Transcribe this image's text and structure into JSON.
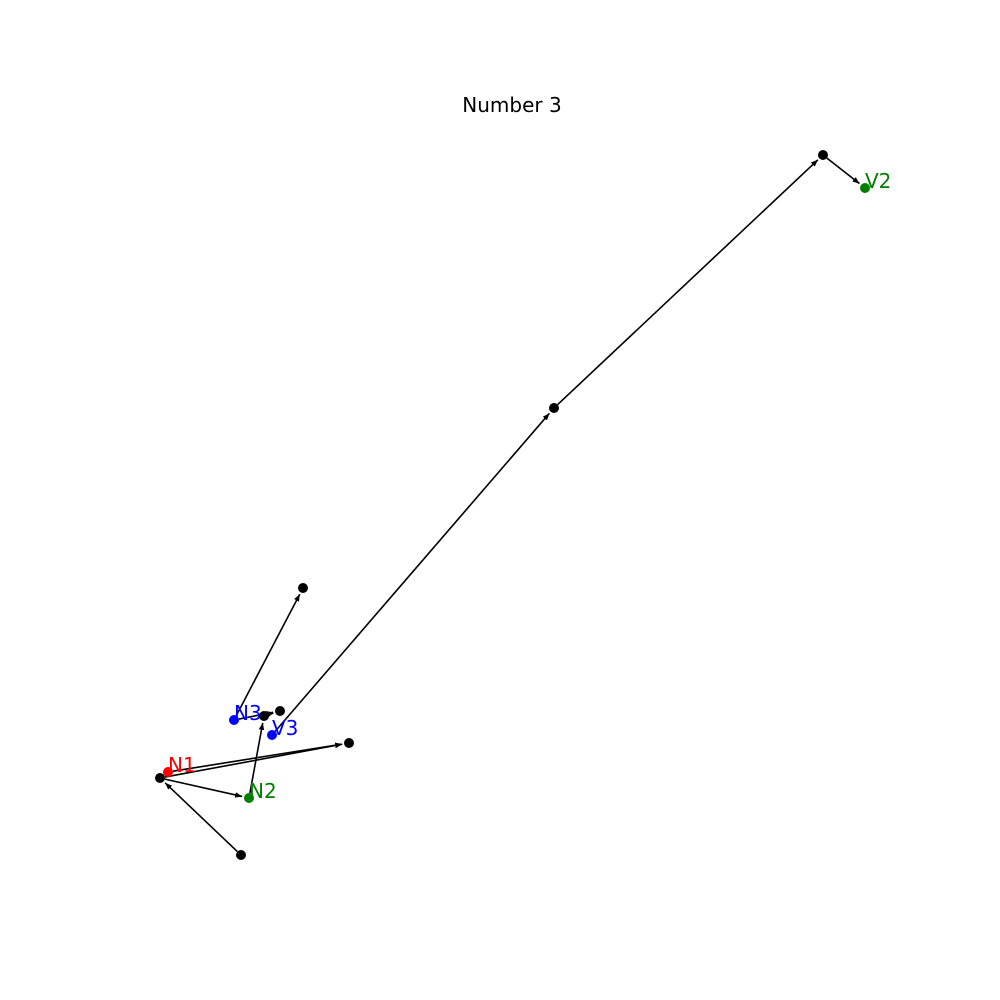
{
  "title": "Number 3",
  "colors": {
    "default": "#000000",
    "red": "#ff0000",
    "green": "#008000",
    "blue": "#0000ff"
  },
  "nodes": [
    {
      "id": "N1",
      "label": "N1",
      "color": "red"
    },
    {
      "id": "N2",
      "label": "N2",
      "color": "green"
    },
    {
      "id": "N3",
      "label": "N3",
      "color": "blue"
    },
    {
      "id": "V2",
      "label": "V2",
      "color": "green"
    },
    {
      "id": "V3",
      "label": "V3",
      "color": "blue"
    },
    {
      "id": "a",
      "label": "",
      "color": "default"
    },
    {
      "id": "b",
      "label": "",
      "color": "default"
    },
    {
      "id": "c",
      "label": "",
      "color": "default"
    },
    {
      "id": "d",
      "label": "",
      "color": "default"
    },
    {
      "id": "e",
      "label": "",
      "color": "default"
    },
    {
      "id": "f",
      "label": "",
      "color": "default"
    },
    {
      "id": "g",
      "label": "",
      "color": "default"
    },
    {
      "id": "h",
      "label": "",
      "color": "default"
    }
  ],
  "edges": [
    {
      "from": "f",
      "to": "N2"
    },
    {
      "from": "f",
      "to": "g"
    },
    {
      "from": "h",
      "to": "f"
    },
    {
      "from": "N1",
      "to": "g"
    },
    {
      "from": "N2",
      "to": "e"
    },
    {
      "from": "e",
      "to": "d"
    },
    {
      "from": "N3",
      "to": "d"
    },
    {
      "from": "N3",
      "to": "a"
    },
    {
      "from": "V3",
      "to": "c"
    },
    {
      "from": "c",
      "to": "b"
    },
    {
      "from": "b",
      "to": "V2"
    }
  ]
}
